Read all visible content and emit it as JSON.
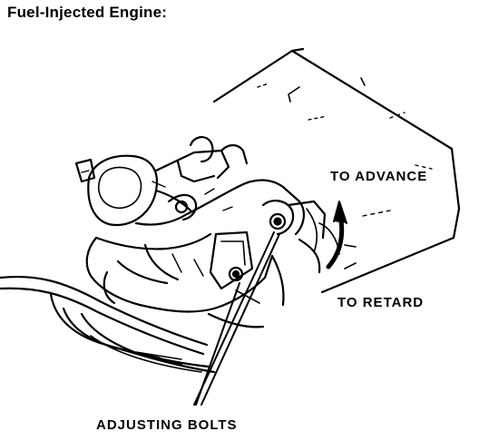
{
  "title": "Fuel-Injected Engine:",
  "labels": {
    "advance": "TO ADVANCE",
    "retard": "TO RETARD",
    "bolts": "ADJUSTING BOLTS"
  },
  "colors": {
    "ink": "#000000",
    "paper": "#ffffff"
  }
}
